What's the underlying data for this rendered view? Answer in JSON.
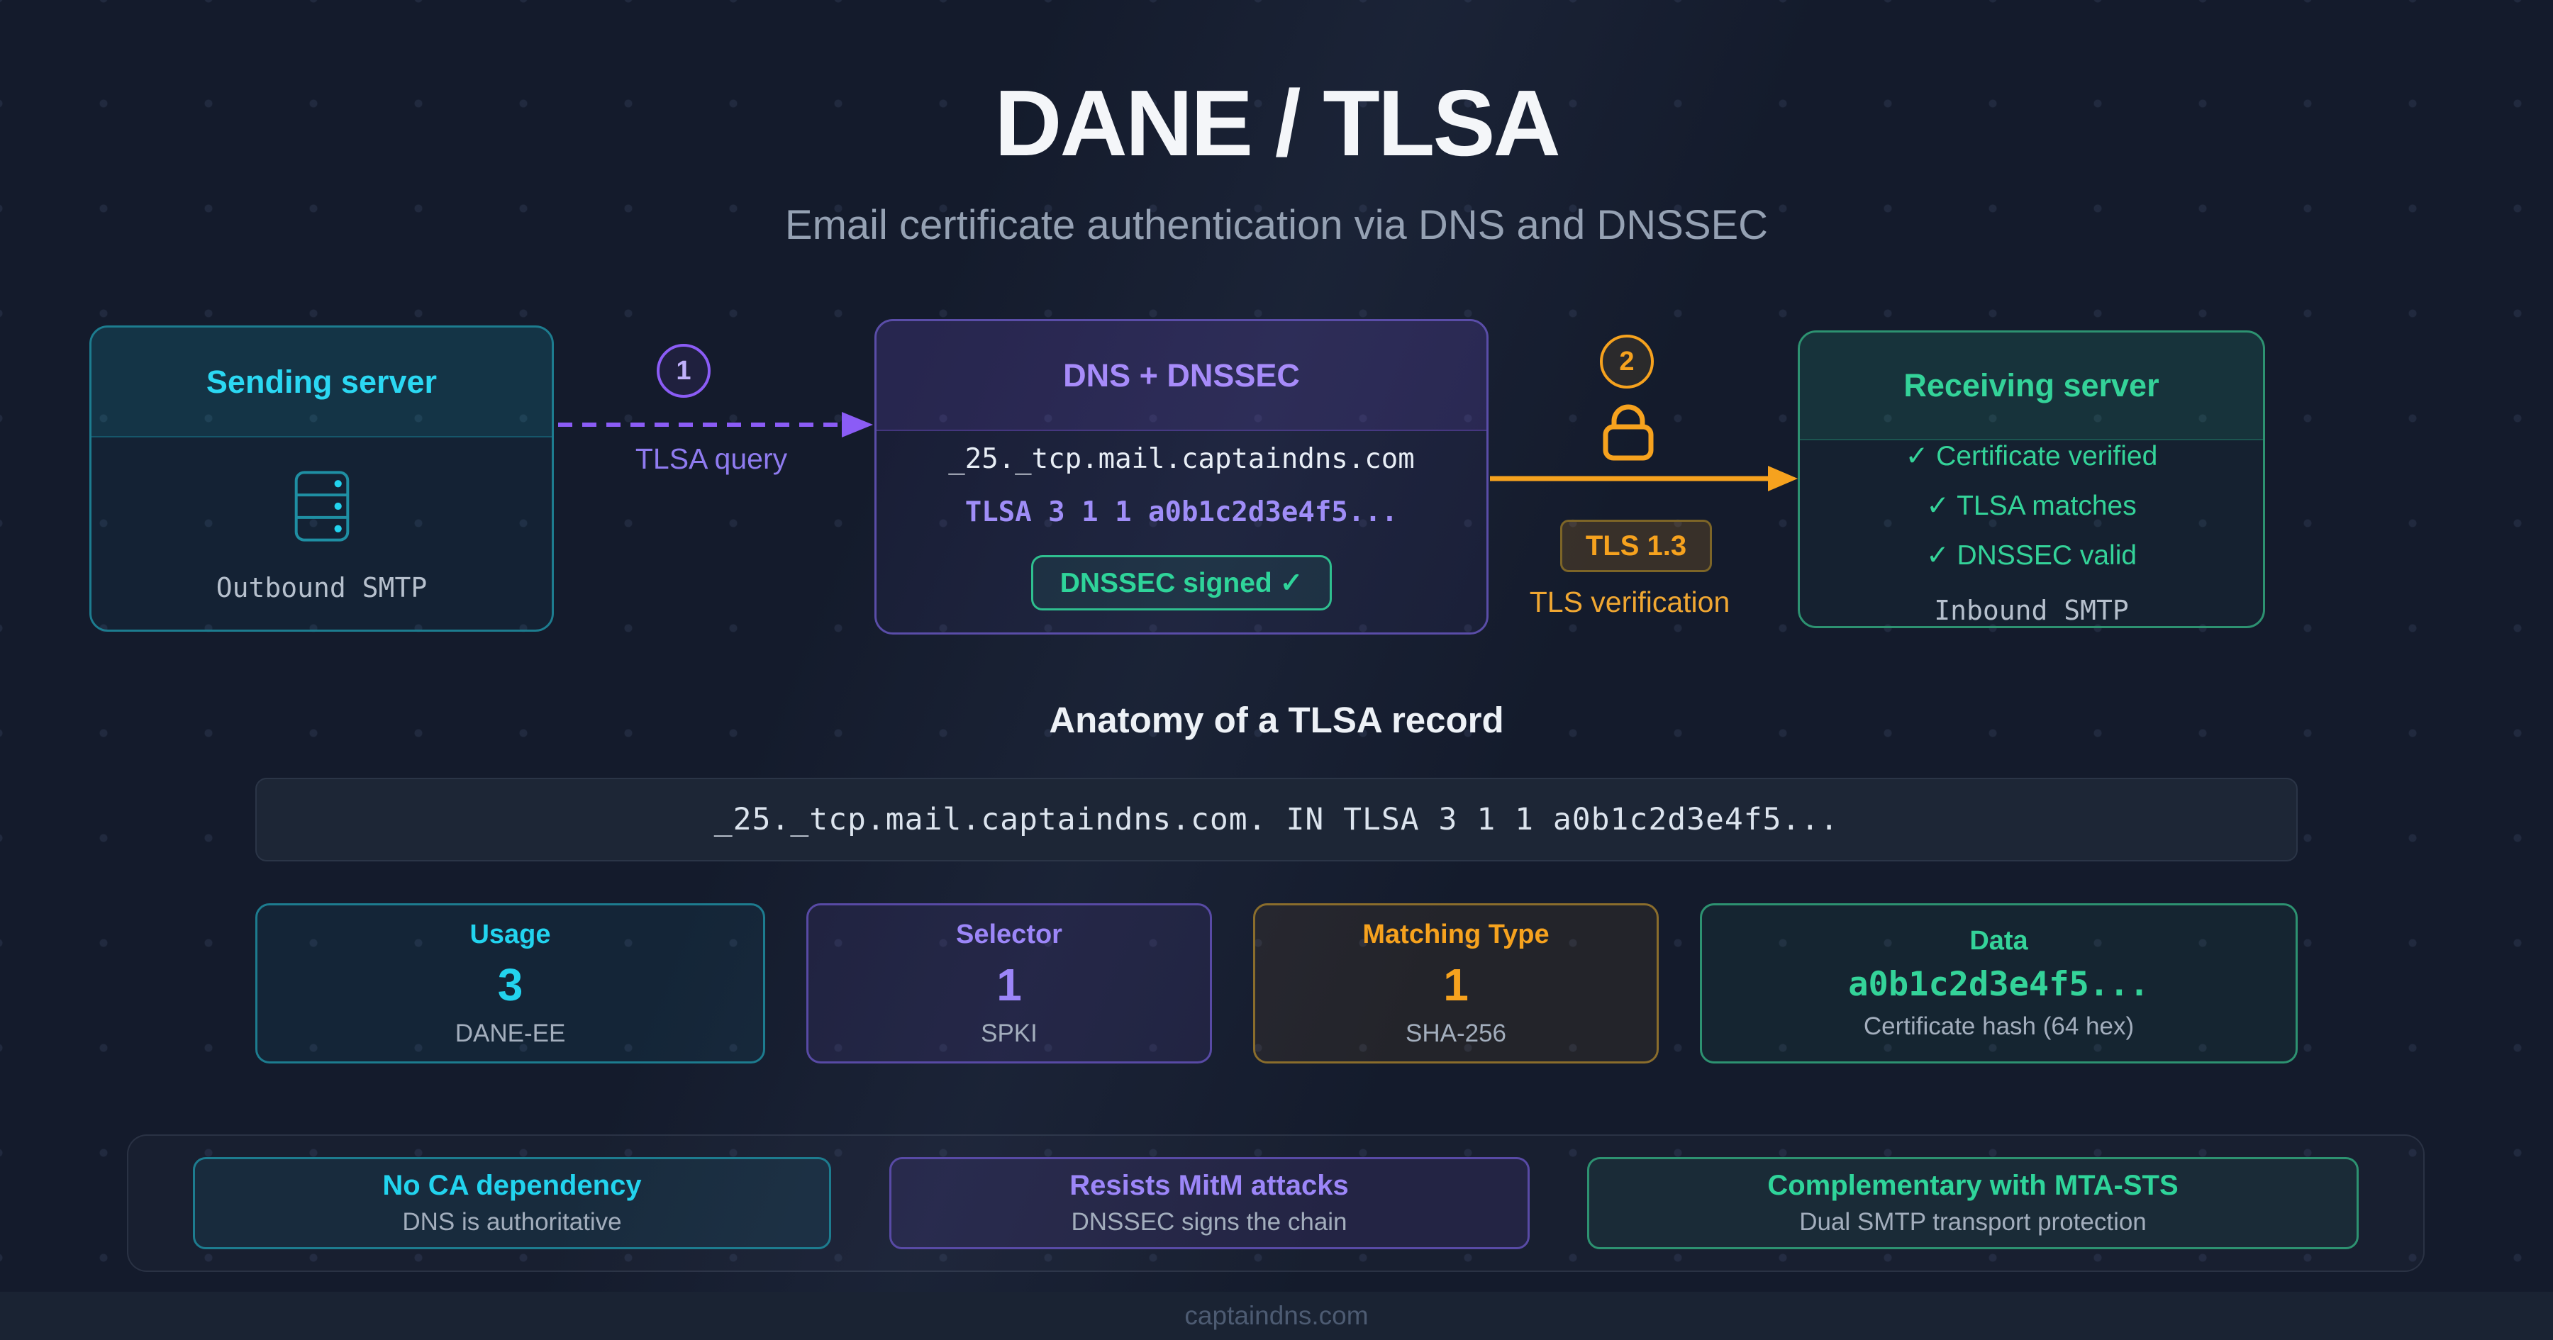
{
  "page": {
    "title": "DANE / TLSA",
    "subtitle": "Email certificate authentication via DNS and DNSSEC",
    "footer": "captaindns.com"
  },
  "colors": {
    "background": "#141b2c",
    "cyan_accent": "#22d3ee",
    "purple_accent": "#8b5cf6",
    "green_accent": "#34d399",
    "orange_accent": "#f6a21e"
  },
  "flow": {
    "sending": {
      "title": "Sending server",
      "icon": "server-icon",
      "caption": "Outbound SMTP"
    },
    "dns": {
      "title": "DNS + DNSSEC",
      "query_name": "_25._tcp.mail.captaindns.com",
      "record": "TLSA 3 1 1 a0b1c2d3e4f5...",
      "signed_badge": "DNSSEC signed ✓"
    },
    "receiving": {
      "title": "Receiving server",
      "checks": [
        "✓ Certificate verified",
        "✓ TLSA matches",
        "✓ DNSSEC valid"
      ],
      "caption": "Inbound SMTP"
    },
    "step1": {
      "number": "1",
      "label": "TLSA query"
    },
    "step2": {
      "number": "2",
      "badge": "TLS 1.3",
      "label": "TLS verification",
      "icon": "lock-icon"
    }
  },
  "anatomy": {
    "title": "Anatomy of a TLSA record",
    "record": "_25._tcp.mail.captaindns.com. IN TLSA 3 1 1 a0b1c2d3e4f5...",
    "fields": [
      {
        "label": "Usage",
        "value": "3",
        "meaning": "DANE-EE"
      },
      {
        "label": "Selector",
        "value": "1",
        "meaning": "SPKI"
      },
      {
        "label": "Matching Type",
        "value": "1",
        "meaning": "SHA-256"
      },
      {
        "label": "Data",
        "value": "a0b1c2d3e4f5...",
        "meaning": "Certificate hash (64 hex)"
      }
    ]
  },
  "benefits": [
    {
      "title": "No CA dependency",
      "subtitle": "DNS is authoritative"
    },
    {
      "title": "Resists MitM attacks",
      "subtitle": "DNSSEC signs the chain"
    },
    {
      "title": "Complementary with MTA-STS",
      "subtitle": "Dual SMTP transport protection"
    }
  ]
}
